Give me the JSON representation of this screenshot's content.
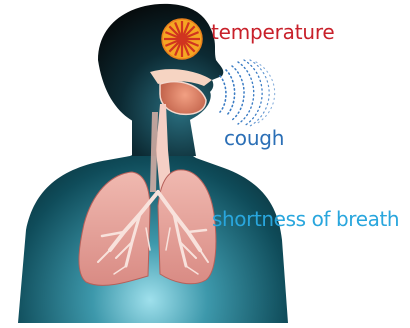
{
  "labels": {
    "temperature": "temperature",
    "cough": "cough",
    "shortness_of_breath": "shortness of breath"
  },
  "colors": {
    "temperature_label": "#c8202a",
    "cough_label": "#2b6fb6",
    "breath_label": "#29a6dd",
    "silhouette_dark": "#0b0b0b",
    "silhouette_glow": "#2f8fa5",
    "lung": "#e7a9a2",
    "lung_edge": "#b5605a",
    "airway": "#f4cfc5",
    "fever_orange": "#f08a1c",
    "cough_wave": "#3b7cc4"
  },
  "icons": {
    "fever": "fever-sun-icon",
    "cough": "cough-wave-icon"
  }
}
